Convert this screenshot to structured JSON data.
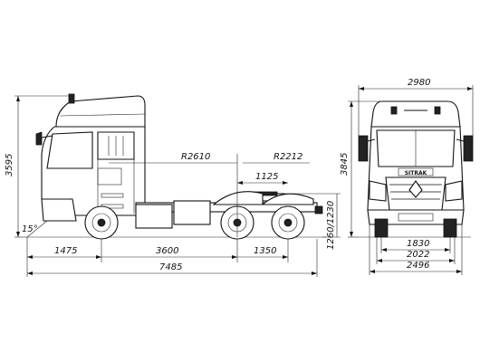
{
  "side_view": {
    "dimensions": {
      "overall_length": "7485",
      "front_overhang": "1475",
      "wheelbase_front": "3600",
      "wheelbase_rear": "1350",
      "height": "3595",
      "approach_angle": "15°",
      "radius_1": "R2610",
      "radius_2": "R2212",
      "fifth_wheel_offset": "1125",
      "fifth_wheel_height": "1260/1230"
    }
  },
  "front_view": {
    "brand_badge": "SITRAK",
    "dimensions": {
      "mirror_width": "2980",
      "height": "3845",
      "track_front": "1830",
      "track_rear": "2022",
      "overall_width": "2496"
    }
  }
}
